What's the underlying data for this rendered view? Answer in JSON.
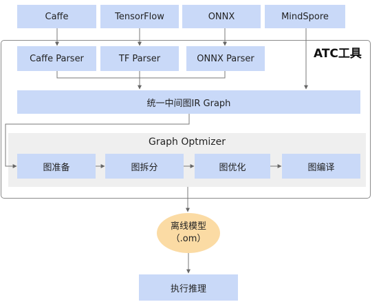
{
  "frameworks": [
    "Caffe",
    "TensorFlow",
    "ONNX",
    "MindSpore"
  ],
  "atc": {
    "title": "ATC工具",
    "parsers": [
      "Caffe Parser",
      "TF Parser",
      "ONNX Parser"
    ],
    "ir_graph": "统一中间图IR Graph",
    "optimizer": {
      "title": "Graph Optmizer",
      "steps": [
        "图准备",
        "图拆分",
        "图优化",
        "图编译"
      ]
    }
  },
  "model": {
    "line1": "离线模型",
    "line2": "（.om）"
  },
  "inference": "执行推理",
  "colors": {
    "box": "#c9d9f8",
    "model": "#fbdba4",
    "optimizer_bg": "#efefef",
    "frame": "#8a8a8a"
  }
}
